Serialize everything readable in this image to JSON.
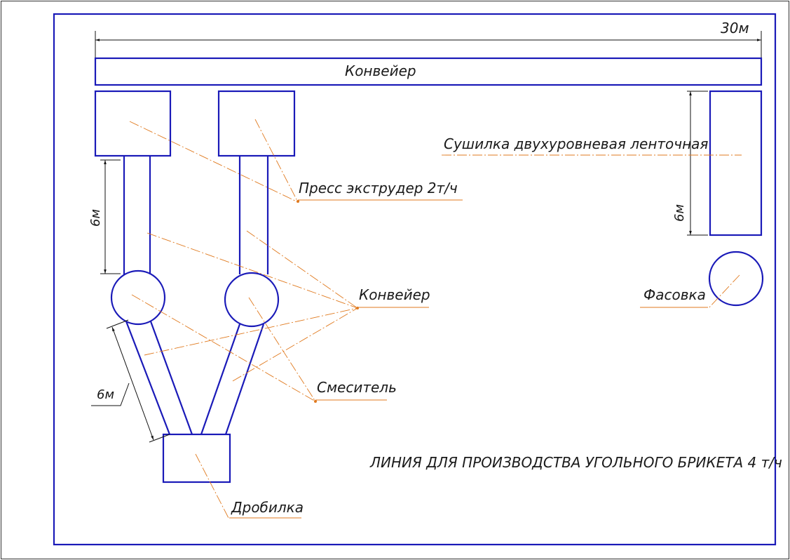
{
  "labels": {
    "conveyor_top": "Конвейер",
    "dryer": "Сушилка двухуровневая ленточная",
    "press": "Пресс экструдер 2т/ч",
    "conveyor": "Конвейер",
    "packaging": "Фасовка",
    "mixer": "Смеситель",
    "crusher": "Дробилка",
    "title": "ЛИНИЯ ДЛЯ ПРОИЗВОДСТВА УГОЛЬНОГО БРИКЕТА 4 т/ч"
  },
  "dimensions": {
    "overall_length": "30м",
    "press_conveyor_length": "6м",
    "dryer_length": "6м",
    "crusher_conveyor_length": "6м"
  },
  "colors": {
    "equipment": "#1a1ab8",
    "leader": "#e07a1f",
    "dimension": "#111111"
  }
}
